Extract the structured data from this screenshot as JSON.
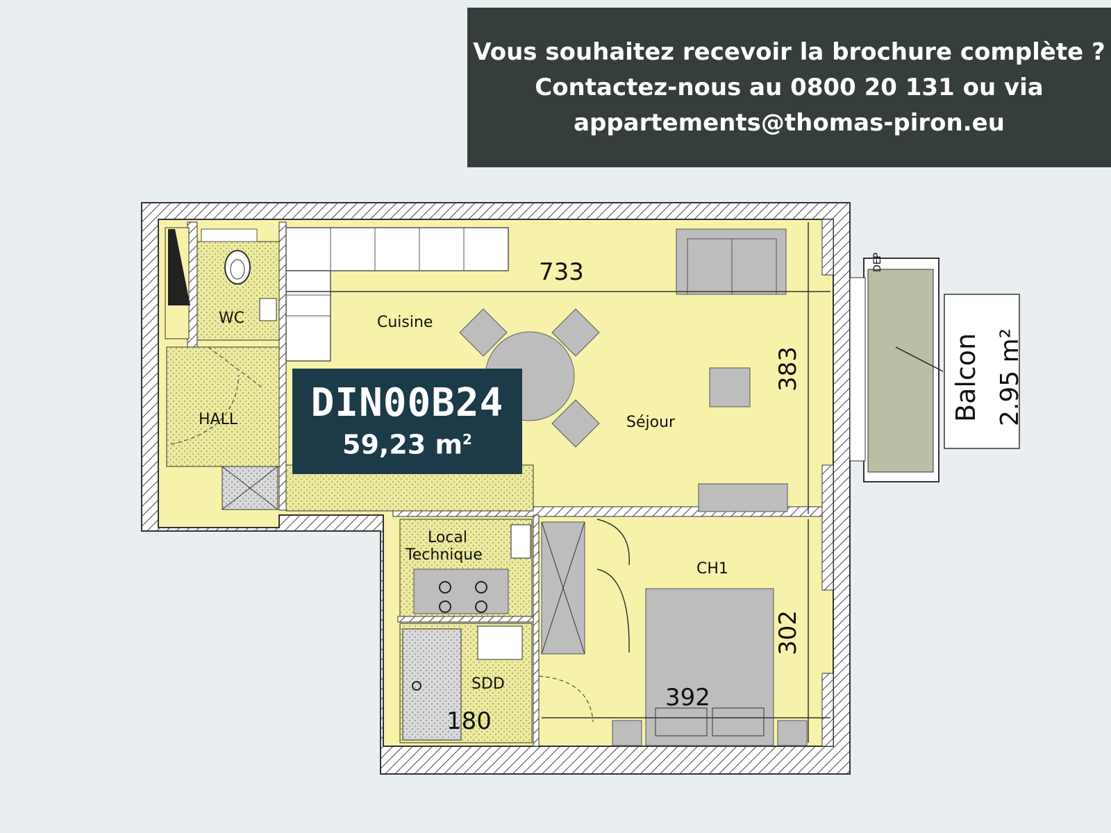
{
  "banner": {
    "line1": "Vous souhaitez recevoir la brochure complète ?",
    "line2": "Contactez-nous au 0800 20 131 ou via",
    "line3": "appartements@thomas-piron.eu"
  },
  "unit": {
    "code": "DIN00B24",
    "area_value": "59,23 m",
    "area_exponent": "2"
  },
  "rooms": {
    "wc": "WC",
    "cuisine": "Cuisine",
    "hall": "HALL",
    "sejour": "Séjour",
    "local_technique_1": "Local",
    "local_technique_2": "Technique",
    "sdd": "SDD",
    "ch1": "CH1",
    "dep": "DEP"
  },
  "dimensions": {
    "sejour_width": "733",
    "sejour_depth": "383",
    "ch1_depth": "302",
    "ch1_width": "392",
    "shower": "180"
  },
  "balcony": {
    "label": "Balcon",
    "area": "2.95 m²"
  },
  "colors": {
    "banner_bg": "#353e3b",
    "badge_bg": "#1d3a48",
    "floor": "#f7f2aa",
    "furniture": "#bdbdbd",
    "balcony": "#b9bea6",
    "background": "#e9eef1"
  }
}
